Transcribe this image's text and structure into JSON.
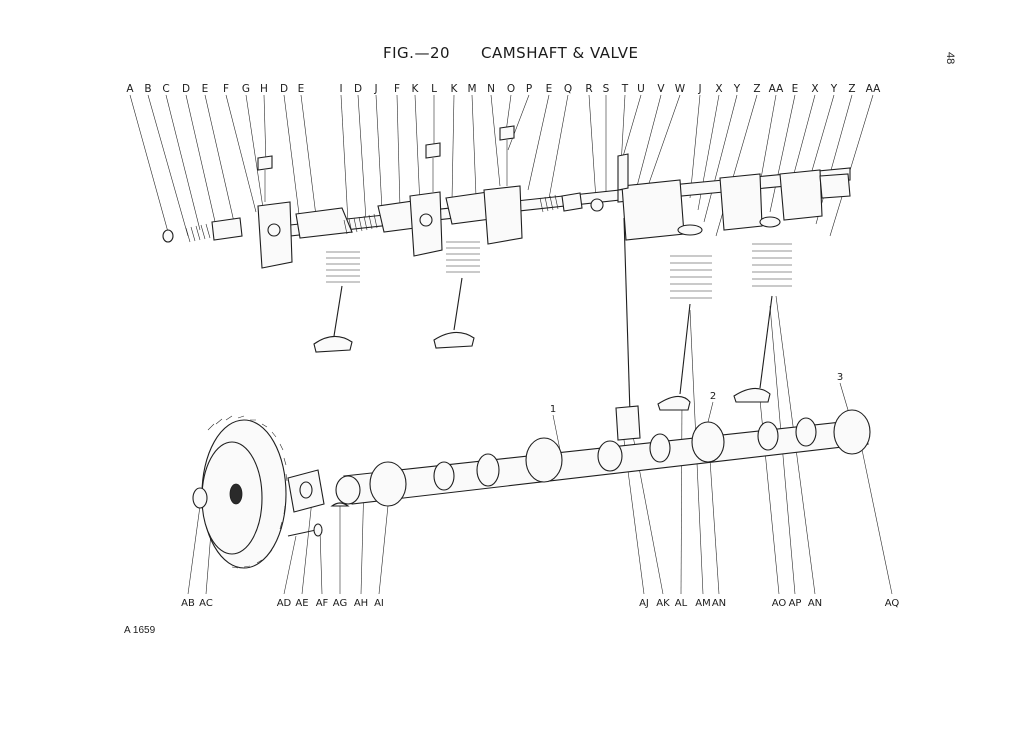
{
  "header": {
    "fig_label": "FIG.—20",
    "title": "CAMSHAFT & VALVE",
    "page_number": "48"
  },
  "footer": {
    "drawing_ref": "A 1659"
  },
  "top_callouts": [
    "A",
    "B",
    "C",
    "D",
    "E",
    "F",
    "G",
    "H",
    "D",
    "E",
    "I",
    "D",
    "J",
    "F",
    "K",
    "L",
    "K",
    "M",
    "N",
    "O",
    "P",
    "E",
    "Q",
    "R",
    "S",
    "T",
    "U",
    "V",
    "W",
    "J",
    "X",
    "Y",
    "Z",
    "AA",
    "E",
    "X",
    "Y",
    "Z",
    "AA"
  ],
  "bottom_callouts": [
    "AB",
    "AC",
    "AD",
    "AE",
    "AF",
    "AG",
    "AH",
    "AI",
    "AJ",
    "AK",
    "AL",
    "AM",
    "AN",
    "AO",
    "AP",
    "AN",
    "AQ"
  ],
  "item_numbers": [
    "1",
    "2",
    "3"
  ]
}
